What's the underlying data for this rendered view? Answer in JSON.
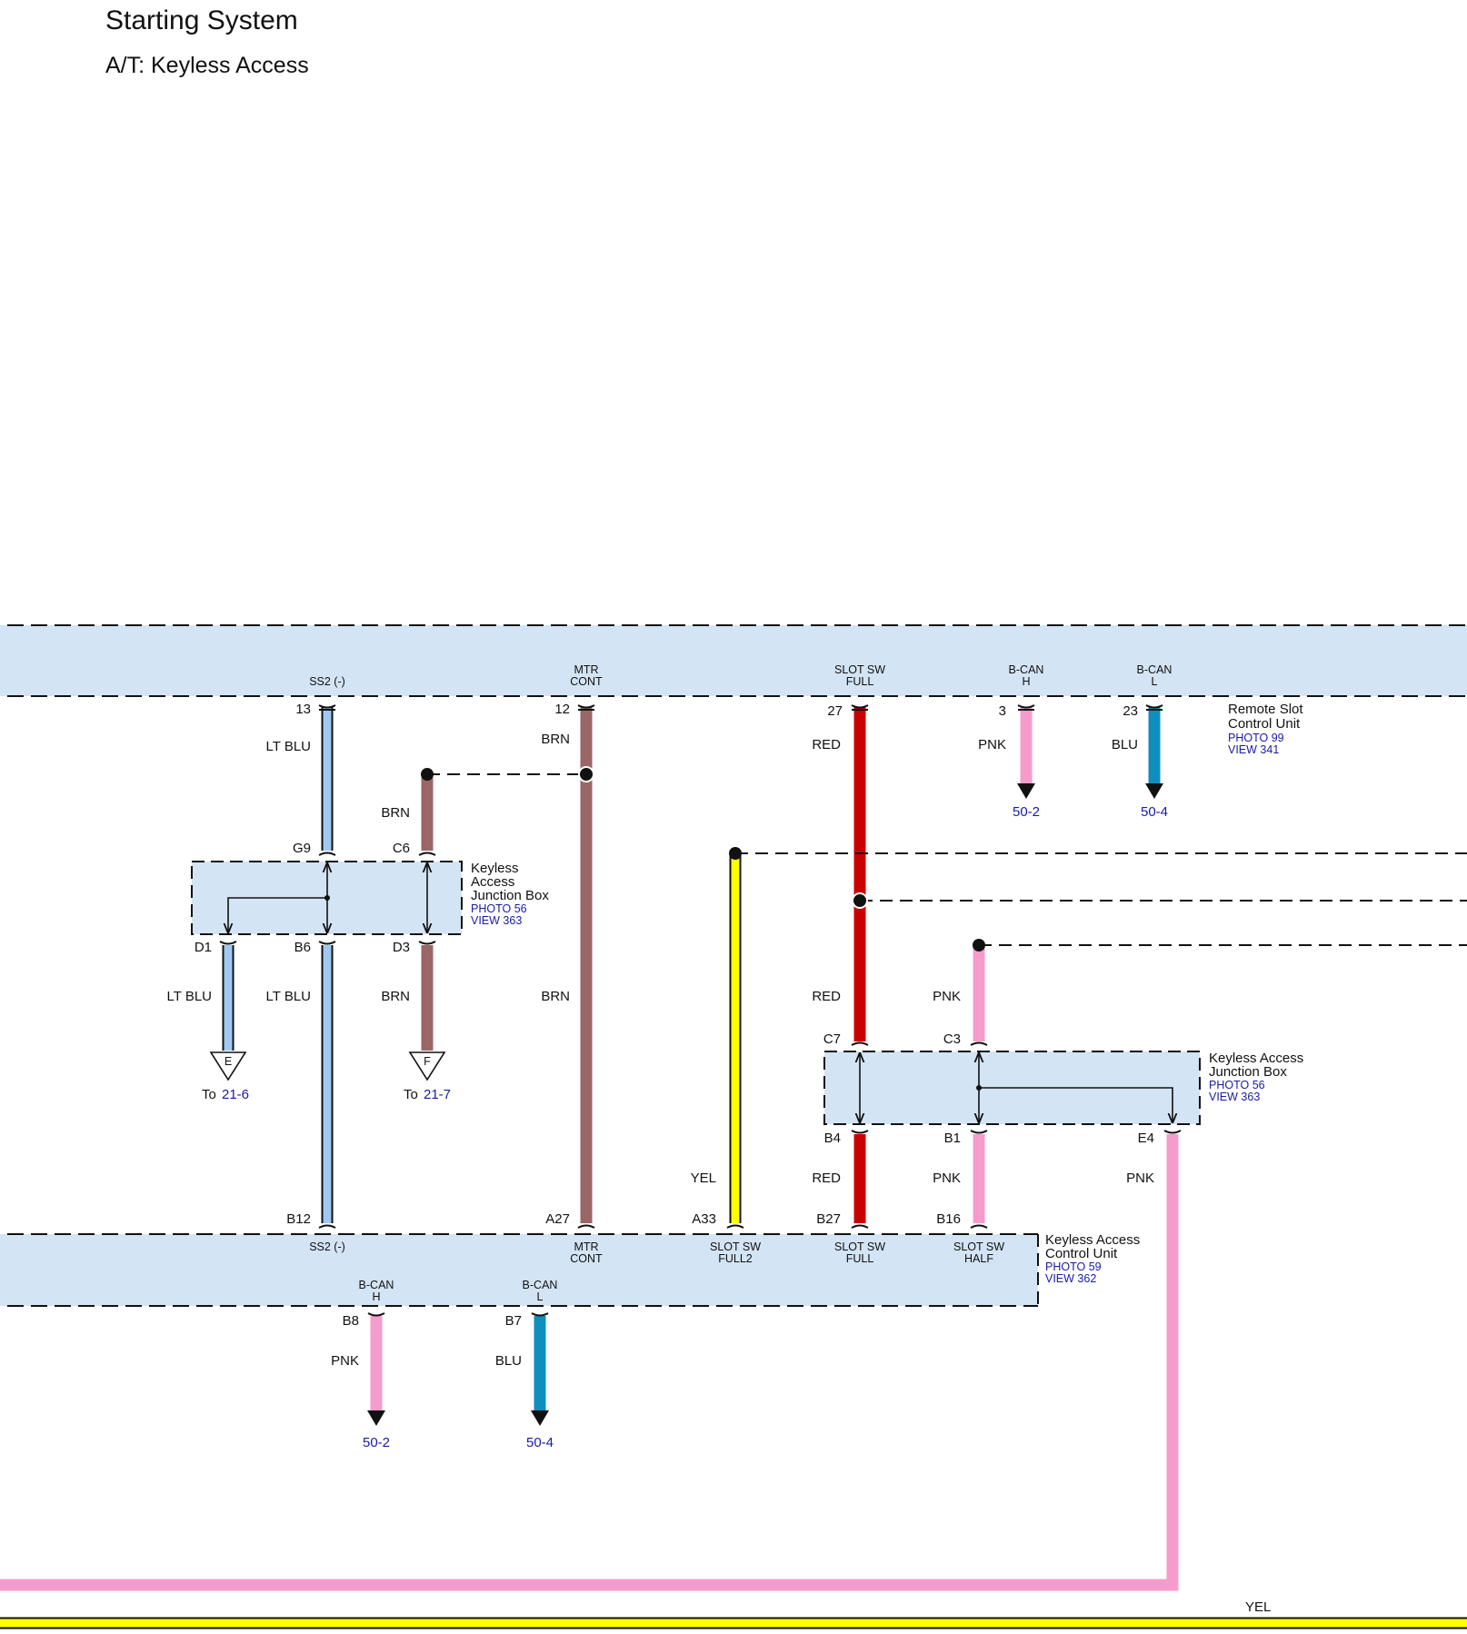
{
  "header": {
    "title": "Starting System",
    "subtitle": "A/T: Keyless Access"
  },
  "remote_slot_unit": {
    "name_line1": "Remote Slot",
    "name_line2": "Control Unit",
    "photo": "PHOTO 99",
    "view": "VIEW 341",
    "pins": [
      {
        "label": "SS2 (-)",
        "pin": "13",
        "wire": "LT BLU"
      },
      {
        "label_line1": "MTR",
        "label_line2": "CONT",
        "pin": "12",
        "wire": "BRN"
      },
      {
        "label_line1": "SLOT SW",
        "label_line2": "FULL",
        "pin": "27",
        "wire": "RED"
      },
      {
        "label_line1": "B-CAN",
        "label_line2": "H",
        "pin": "3",
        "wire": "PNK",
        "ref": "50-2"
      },
      {
        "label_line1": "B-CAN",
        "label_line2": "L",
        "pin": "23",
        "wire": "BLU",
        "ref": "50-4"
      }
    ]
  },
  "junction_box_left": {
    "name_line1": "Keyless",
    "name_line2": "Access",
    "name_line3": "Junction Box",
    "photo": "PHOTO 56",
    "view": "VIEW 363",
    "pins_top": [
      "G9",
      "C6"
    ],
    "pins_bottom": [
      "D1",
      "B6",
      "D3"
    ],
    "wires": {
      "c6_top": "BRN",
      "d1": "LT BLU",
      "b6": "LT BLU",
      "d3": "BRN"
    },
    "offpage": [
      {
        "letter": "E",
        "prefix": "To ",
        "ref": "21-6"
      },
      {
        "letter": "F",
        "prefix": "To ",
        "ref": "21-7"
      }
    ]
  },
  "mid_wires": {
    "brn_lower": "BRN",
    "yel": "YEL",
    "red_upper": "RED",
    "pnk_upper": "PNK"
  },
  "junction_box_right": {
    "name_line1": "Keyless Access",
    "name_line2": "Junction Box",
    "photo": "PHOTO 56",
    "view": "VIEW 363",
    "pins_top": [
      "C7",
      "C3"
    ],
    "pins_bottom": [
      "B4",
      "B1",
      "E4"
    ],
    "wires": {
      "b4": "RED",
      "b1": "PNK",
      "e4": "PNK"
    }
  },
  "control_unit": {
    "name_line1": "Keyless Access",
    "name_line2": "Control Unit",
    "photo": "PHOTO 59",
    "view": "VIEW 362",
    "pins_top": [
      "B12",
      "A27",
      "A33",
      "B27",
      "B16"
    ],
    "labels": [
      {
        "l1": "SS2 (-)",
        "l2": ""
      },
      {
        "l1": "MTR",
        "l2": "CONT"
      },
      {
        "l1": "SLOT SW",
        "l2": "FULL2"
      },
      {
        "l1": "SLOT SW",
        "l2": "FULL"
      },
      {
        "l1": "SLOT SW",
        "l2": "HALF"
      }
    ],
    "bottom_pins": [
      {
        "l1": "B-CAN",
        "l2": "H",
        "pin": "B8",
        "wire": "PNK",
        "ref": "50-2"
      },
      {
        "l1": "B-CAN",
        "l2": "L",
        "pin": "B7",
        "wire": "BLU",
        "ref": "50-4"
      }
    ]
  },
  "bottom_bus": {
    "yel_label": "YEL"
  },
  "colors": {
    "lt_blu": "#9fc9f2",
    "brn": "#9b6666",
    "red": "#cc0000",
    "pnk": "#f59ccd",
    "blu": "#0f8fbf",
    "yel": "#ffff00",
    "box_fill": "#d3e4f4"
  }
}
